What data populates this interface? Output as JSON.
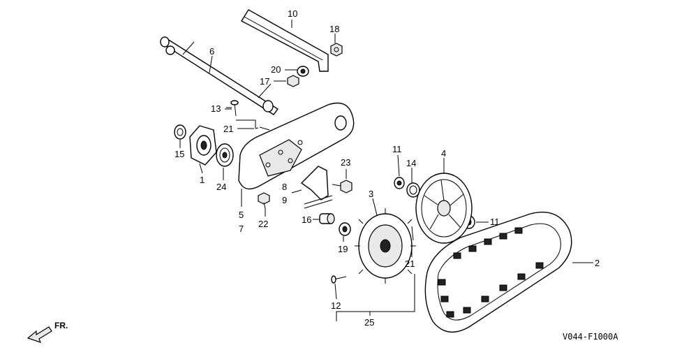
{
  "labels": {
    "l1": "1",
    "l2": "2",
    "l3": "3",
    "l4": "4",
    "l5": "5",
    "l6": "6",
    "l7": "7",
    "l8": "8",
    "l9": "9",
    "l10": "10",
    "l11a": "11",
    "l11b": "11",
    "l12": "12",
    "l13": "13",
    "l14": "14",
    "l15": "15",
    "l16": "16",
    "l17": "17",
    "l18": "18",
    "l19": "19",
    "l20": "20",
    "l21a": "21",
    "l21b": "21",
    "l22": "22",
    "l23": "23",
    "l24": "24",
    "l25": "25"
  },
  "direction": "FR.",
  "figure_code": "V044-F1000A"
}
